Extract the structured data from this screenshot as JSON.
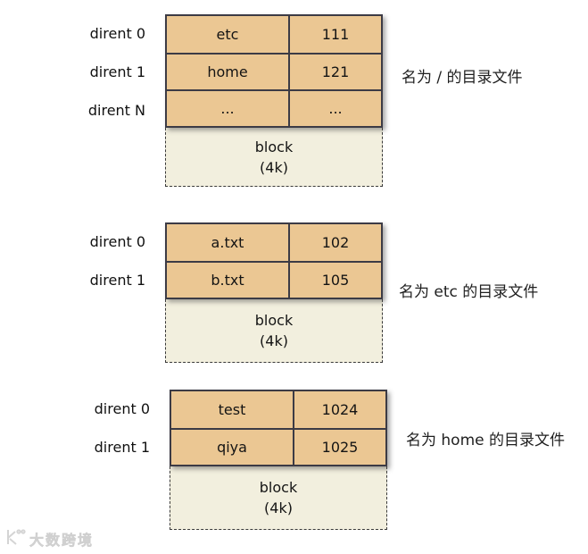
{
  "diagram": {
    "description_colors": {
      "cell_fill": "#ebc793",
      "block_fill": "#f2efde",
      "table_border": "#3c3b45",
      "dashed_border": "#3a3a3a",
      "background": "#ffffff",
      "watermark_gray": "#dcdcdc"
    },
    "groups": [
      {
        "caption": "名为 / 的目录文件",
        "block_label": "block",
        "block_size": "(4k)",
        "rows": [
          {
            "dirent": "dirent 0",
            "name": "etc",
            "inode": "111"
          },
          {
            "dirent": "dirent 1",
            "name": "home",
            "inode": "121"
          },
          {
            "dirent": "dirent N",
            "name": "...",
            "inode": "..."
          }
        ]
      },
      {
        "caption": "名为 etc 的目录文件",
        "block_label": "block",
        "block_size": "(4k)",
        "rows": [
          {
            "dirent": "dirent 0",
            "name": "a.txt",
            "inode": "102"
          },
          {
            "dirent": "dirent 1",
            "name": "b.txt",
            "inode": "105"
          }
        ]
      },
      {
        "caption": "名为 home 的目录文件",
        "block_label": "block",
        "block_size": "(4k)",
        "rows": [
          {
            "dirent": "dirent 0",
            "name": "test",
            "inode": "1024"
          },
          {
            "dirent": "dirent 1",
            "name": "qiya",
            "inode": "1025"
          }
        ]
      }
    ],
    "watermark": {
      "text": "大数跨境"
    }
  }
}
